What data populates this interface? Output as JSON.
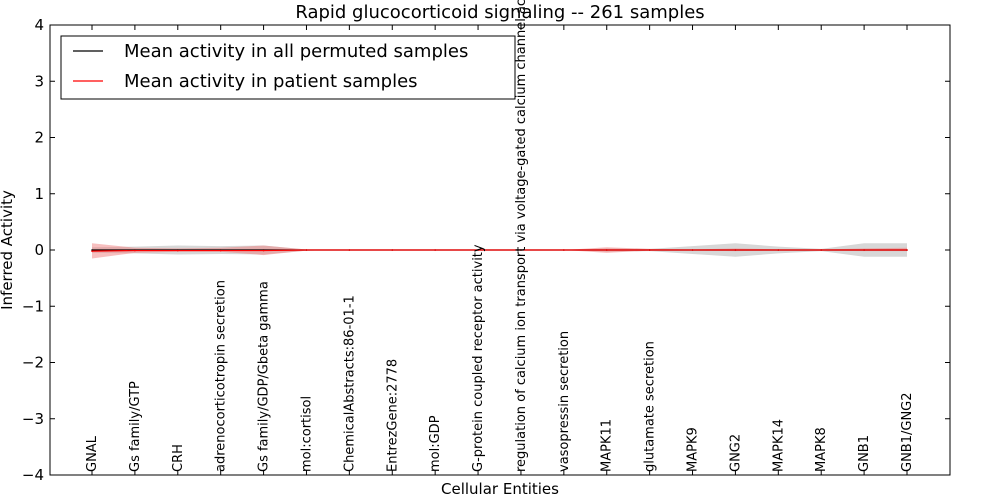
{
  "chart_data": {
    "type": "line",
    "title": "Rapid glucocorticoid signaling -- 261 samples",
    "xlabel": "Cellular Entities",
    "ylabel": "Inferred Activity",
    "ylim": [
      -4,
      4
    ],
    "yticks": [
      -4,
      -3,
      -2,
      -1,
      0,
      1,
      2,
      3,
      4
    ],
    "yticklabels": [
      "−4",
      "−3",
      "−2",
      "−1",
      "0",
      "1",
      "2",
      "3",
      "4"
    ],
    "grid": false,
    "legend_position": "top-left",
    "categories": [
      "GNAL",
      "Gs family/GTP",
      "CRH",
      "adrenocorticotropin secretion",
      "Gs family/GDP/Gbeta gamma",
      "mol:cortisol",
      "ChemicalAbstracts:86-01-1",
      "EntrezGene:2778",
      "mol:GDP",
      "G-protein coupled receptor activity",
      "regulation of calcium ion transport via voltage-gated calcium channel activity",
      "vasopressin secretion",
      "MAPK11",
      "glutamate secretion",
      "MAPK9",
      "GNG2",
      "MAPK14",
      "MAPK8",
      "GNB1",
      "GNB1/GNG2"
    ],
    "series": [
      {
        "name": "Mean activity in all permuted samples",
        "color": "#000000",
        "values": [
          0.0,
          0.0,
          0.0,
          0.0,
          0.0,
          0.0,
          0.0,
          0.0,
          0.0,
          0.0,
          0.0,
          0.0,
          0.0,
          0.0,
          0.0,
          0.0,
          0.0,
          0.0,
          0.0,
          0.0
        ],
        "band_lower": [
          -0.05,
          -0.06,
          -0.08,
          -0.07,
          -0.08,
          -0.01,
          0.0,
          0.0,
          0.0,
          0.0,
          0.0,
          0.0,
          -0.03,
          -0.02,
          -0.07,
          -0.12,
          -0.06,
          -0.02,
          -0.12,
          -0.12
        ],
        "band_upper": [
          0.05,
          0.06,
          0.08,
          0.07,
          0.08,
          0.01,
          0.0,
          0.0,
          0.0,
          0.0,
          0.0,
          0.0,
          0.03,
          0.02,
          0.07,
          0.12,
          0.06,
          0.02,
          0.12,
          0.12
        ],
        "band_color": "#b0b0b0"
      },
      {
        "name": "Mean activity in patient samples",
        "color": "#ff0000",
        "values": [
          -0.02,
          -0.01,
          -0.01,
          -0.01,
          -0.01,
          0.0,
          0.0,
          0.0,
          0.0,
          0.0,
          0.0,
          0.0,
          0.0,
          0.0,
          0.0,
          0.0,
          0.0,
          0.0,
          0.0,
          0.0
        ],
        "band_lower": [
          -0.15,
          -0.05,
          -0.03,
          -0.03,
          -0.09,
          -0.01,
          0.0,
          0.0,
          0.0,
          0.0,
          0.0,
          0.0,
          -0.05,
          -0.01,
          -0.01,
          -0.02,
          -0.01,
          -0.01,
          -0.02,
          -0.02
        ],
        "band_upper": [
          0.12,
          0.04,
          0.03,
          0.04,
          0.08,
          0.01,
          0.0,
          0.0,
          0.0,
          0.0,
          0.0,
          0.0,
          0.05,
          0.02,
          0.01,
          0.03,
          0.01,
          0.01,
          0.03,
          0.04
        ],
        "band_color": "#f08080"
      }
    ]
  }
}
